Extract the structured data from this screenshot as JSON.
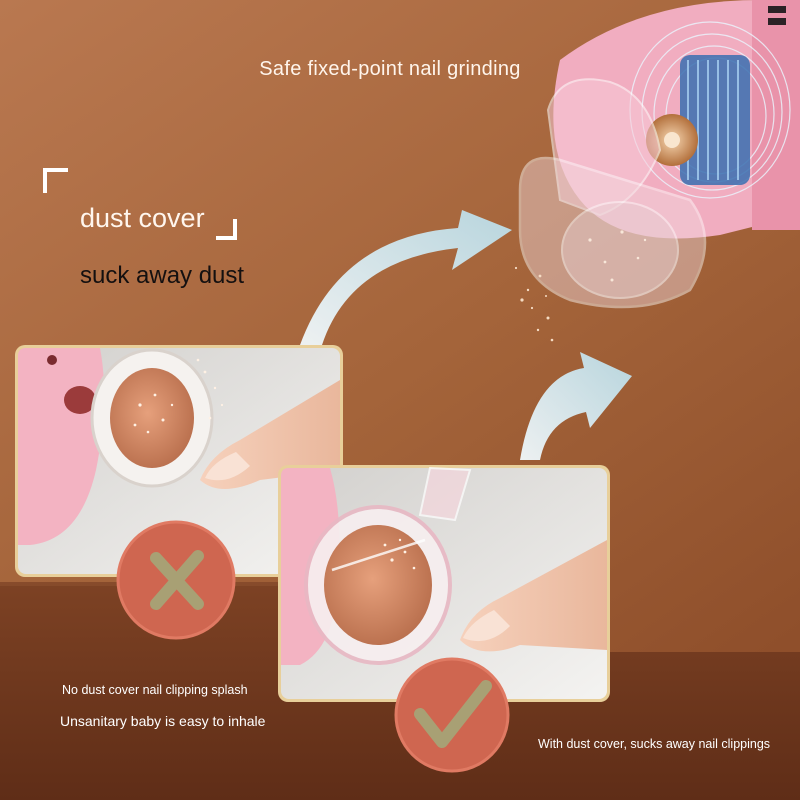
{
  "headline": "Safe fixed-point nail grinding",
  "feature": {
    "title": "dust cover",
    "subtitle": "suck away dust"
  },
  "comparison": {
    "bad": {
      "caption_line1": "No dust cover nail clipping splash",
      "caption_line2": "Unsanitary baby is easy to inhale",
      "mark_icon": "cross-icon"
    },
    "good": {
      "caption": "With dust cover, sucks away nail clippings",
      "mark_icon": "checkmark-icon"
    }
  },
  "colors": {
    "background": "#a9693f",
    "shelf": "#7a3e21",
    "badge": "#cf6650",
    "mark": "#a8a074",
    "arrow": "#cfe6ee",
    "product_pink": "#f3b3c2",
    "frame_gold": "#e8cf9a"
  }
}
